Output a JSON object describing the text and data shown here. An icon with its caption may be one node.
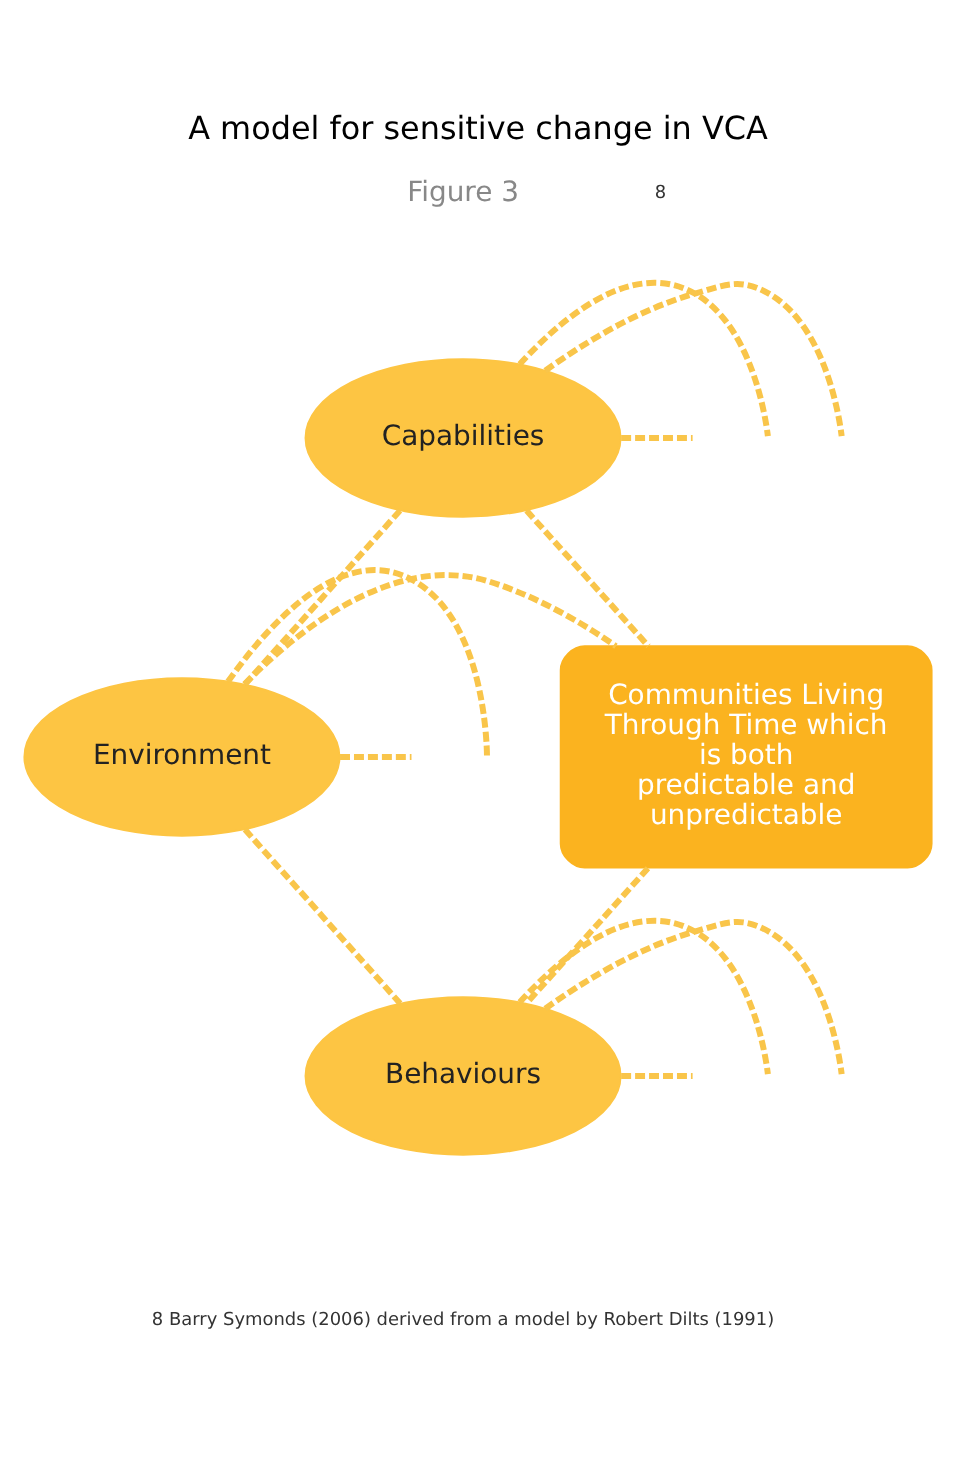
{
  "diagram": {
    "title": "A model for sensitive change in VCA",
    "nodes": [
      {
        "text": [
          "Capabilities"
        ]
      },
      {
        "text": [
          "Environment"
        ]
      },
      {
        "text": [
          "Communities Living Through Time which is both predictable and unpredictable"
        ]
      },
      {
        "text": [
          "Behaviours"
        ]
      }
    ],
    "edges": [
      {
        "from": 0,
        "to": 1,
        "arrow": "none"
      },
      {
        "from": 0,
        "to": 2,
        "arrow": "none"
      },
      {
        "from": 0,
        "to": null,
        "arrow": "none"
      },
      {
        "from": 0,
        "to": null,
        "arrow": "none"
      },
      {
        "from": 0,
        "to": null,
        "arrow": "none"
      },
      {
        "from": 1,
        "to": 2,
        "arrow": "none"
      },
      {
        "from": 1,
        "to": null,
        "arrow": "none"
      },
      {
        "from": 1,
        "to": null,
        "arrow": "none"
      },
      {
        "from": 1,
        "to": 3,
        "arrow": "none"
      },
      {
        "from": 2,
        "to": 3,
        "arrow": "none"
      },
      {
        "from": 3,
        "to": null,
        "arrow": "none"
      },
      {
        "from": 3,
        "to": null,
        "arrow": "none"
      },
      {
        "from": 3,
        "to": null,
        "arrow": "none"
      }
    ],
    "labels": [
      "Figure 3",
      "8",
      "8 Barry Symonds (2006) derived from a model by Robert Dilts (1991)"
    ]
  }
}
